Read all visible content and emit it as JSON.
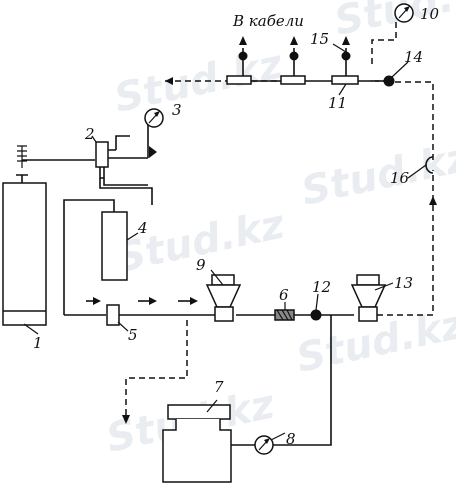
{
  "caption": "В кабели",
  "watermark": "Stud.kz",
  "labels": {
    "n1": "1",
    "n2": "2",
    "n3": "3",
    "n4": "4",
    "n5": "5",
    "n6": "6",
    "n7": "7",
    "n8": "8",
    "n9": "9",
    "n10": "10",
    "n11": "11",
    "n12": "12",
    "n13": "13",
    "n14": "14",
    "n15": "15",
    "n16": "16"
  },
  "colors": {
    "ink": "#111111",
    "watermark": "#d8dde4"
  }
}
